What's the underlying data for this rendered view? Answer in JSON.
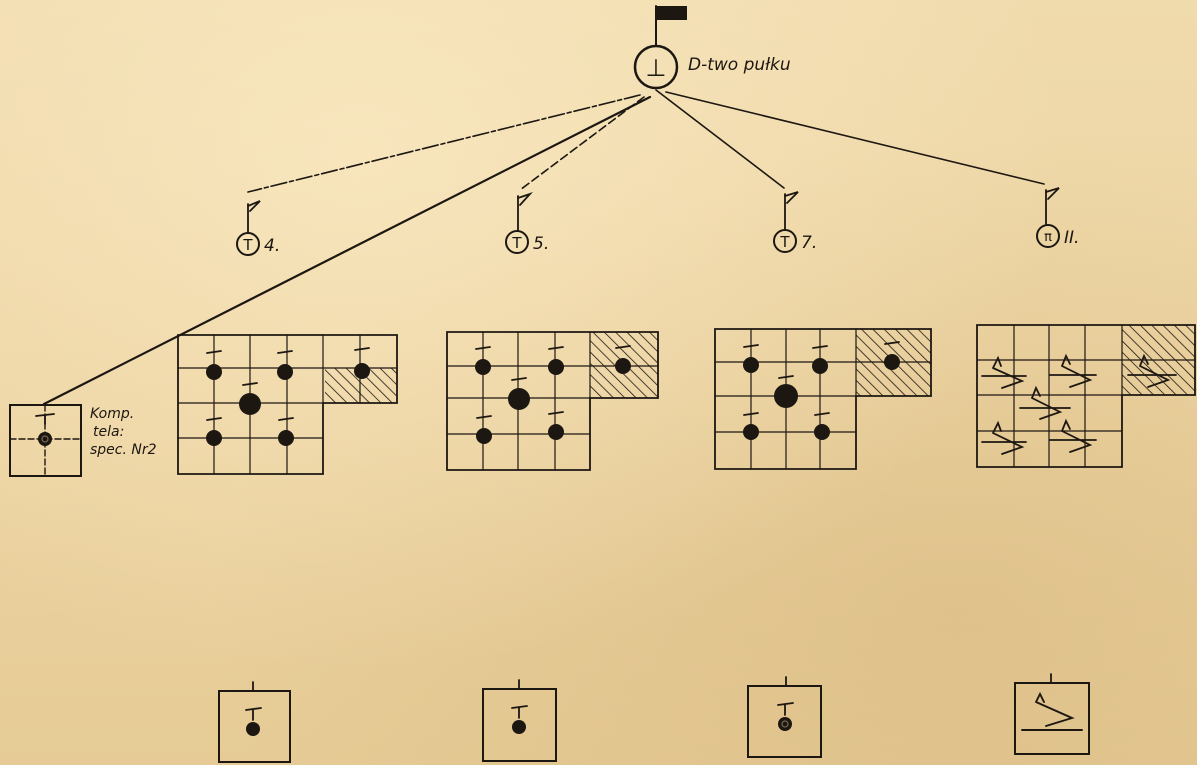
{
  "commander": {
    "label": "D-two pułku",
    "symbol": "⊥"
  },
  "units": [
    {
      "symbol": "T",
      "label": "4."
    },
    {
      "symbol": "T",
      "label": "5."
    },
    {
      "symbol": "T",
      "label": "7."
    },
    {
      "symbol": "π",
      "label": "II."
    }
  ],
  "special_company": {
    "line1": "Komp.",
    "line2": "tela:",
    "line3": "spec. Nr2"
  },
  "colors": {
    "ink": "#1d1712",
    "paper": "#edd6a7"
  }
}
